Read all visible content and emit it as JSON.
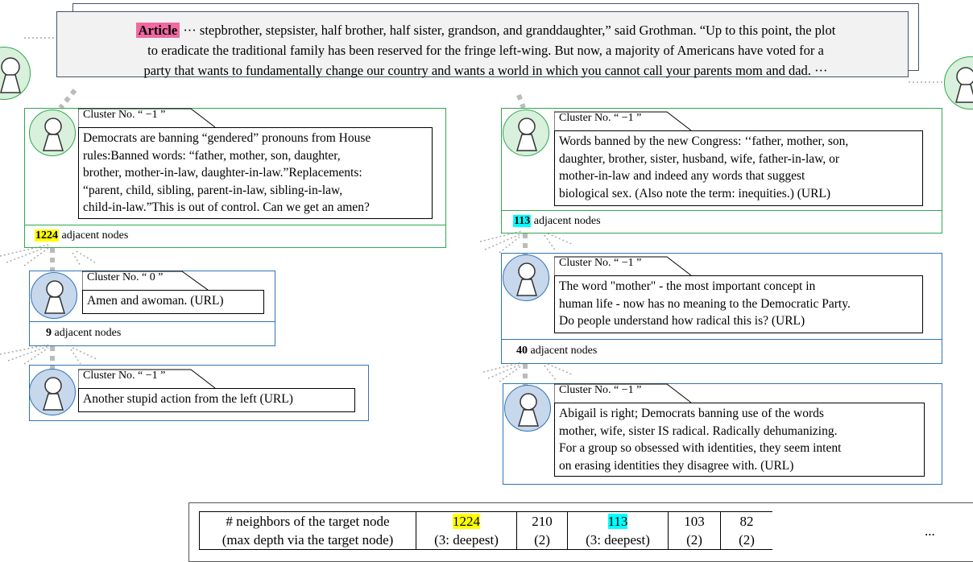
{
  "article": {
    "tag": "Article",
    "lines": [
      "··· stepbrother, stepsister, half brother, half sister, grandson, and granddaughter,” said Grothman. “Up to this point, the plot",
      "to eradicate the traditional family has been reserved for the fringe left-wing. But now, a majority of Americans have voted for a",
      "party that wants to fundamentally change our country and wants a world in which you cannot call your parents mom and dad. ···"
    ]
  },
  "nodes": [
    {
      "cluster": "Cluster No. “ −1 ”",
      "lines": [
        "Democrats are banning “gendered” pronouns from House",
        "rules:Banned words: “father, mother, son, daughter,",
        "brother, mother-in-law, daughter-in-law.”Replacements:",
        "“parent, child, sibling, parent-in-law, sibling-in-law,",
        "child-in-law.”This is out of control. Can we get an amen?"
      ],
      "count": "1224",
      "count_suffix": "adjacent nodes"
    },
    {
      "cluster": "Cluster No. “ 0 ”",
      "lines": [
        "Amen and awoman. (URL)"
      ],
      "count": "9",
      "count_suffix": "adjacent nodes"
    },
    {
      "cluster": "Cluster No. “ −1 ”",
      "lines": [
        "Another stupid action from the left (URL)"
      ]
    },
    {
      "cluster": "Cluster No. “ −1 ”",
      "lines": [
        "Words banned by the new Congress: ‘‘father, mother, son,",
        "daughter, brother, sister, husband, wife, father-in-law, or",
        "mother-in-law and indeed any words that suggest",
        "biological sex. (Also note the term: inequities.) (URL)"
      ],
      "count": "113",
      "count_suffix": "adjacent nodes"
    },
    {
      "cluster": "Cluster No. “ −1 ”",
      "lines": [
        "The word \"mother\" - the most important concept in",
        "human life - now has no meaning to the Democratic Party.",
        "Do people understand how radical this is? (URL)"
      ],
      "count": "40",
      "count_suffix": "adjacent nodes"
    },
    {
      "cluster": "Cluster No. “ −1 ”",
      "lines": [
        "Abigail is right; Democrats banning use of the words",
        "mother, wife, sister IS radical. Radically dehumanizing.",
        "For a group so obsessed with identities, they seem intent",
        "on erasing identities they disagree with. (URL)"
      ]
    }
  ],
  "table": {
    "header": [
      "# neighbors of the target node",
      "(max depth via the target node)"
    ],
    "columns": [
      {
        "count": "1224",
        "depth": "(3: deepest)",
        "highlight": "#ffff00"
      },
      {
        "count": "210",
        "depth": "(2)"
      },
      {
        "count": "113",
        "depth": "(3: deepest)",
        "highlight": "#00ffff"
      },
      {
        "count": "103",
        "depth": "(2)"
      },
      {
        "count": "82",
        "depth": "(2)"
      }
    ],
    "ellipsis": "..."
  },
  "colors": {
    "green": "#2fa84f",
    "blue": "#2e75b6",
    "article_tag": "#f06aa0",
    "yellow": "#ffff00",
    "cyan": "#00ffff"
  }
}
